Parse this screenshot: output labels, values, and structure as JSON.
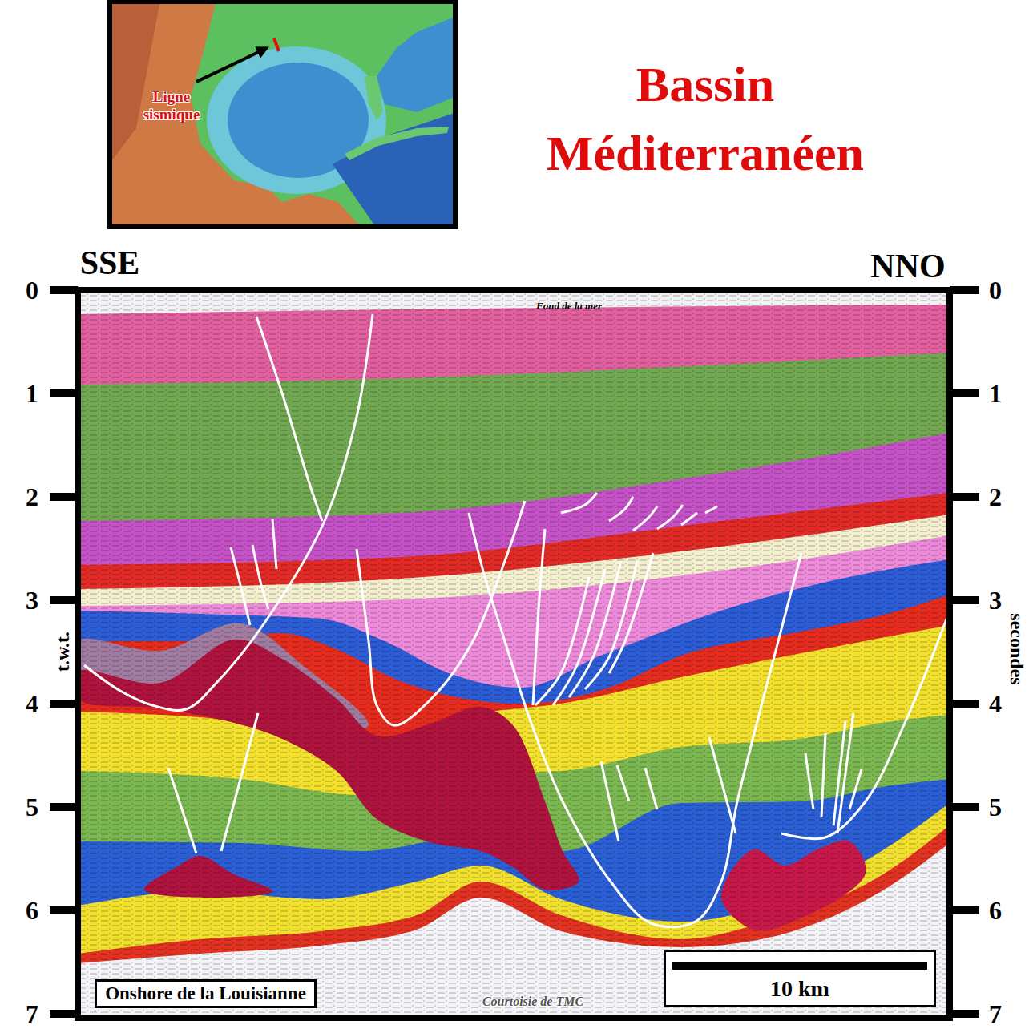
{
  "diagram": {
    "title": "Bassin Méditerranéen",
    "nodes": [
      {
        "text": [
          "Onshore de la Louisianne"
        ]
      },
      {
        "text": [
          "10 km"
        ]
      }
    ],
    "labels": [
      "Ligne sismique",
      "SSE",
      "NNO",
      "0",
      "1",
      "2",
      "3",
      "4",
      "5",
      "6",
      "7",
      "0",
      "1",
      "2",
      "3",
      "4",
      "5",
      "6",
      "7",
      "t.w.t.",
      "secondes",
      "Fond de la mer",
      "Courtoisie de TMC"
    ]
  }
}
